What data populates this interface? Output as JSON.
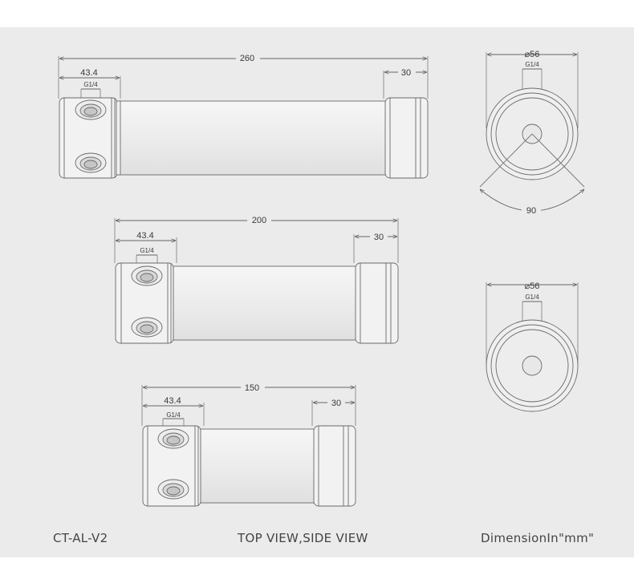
{
  "footer": {
    "model": "CT-AL-V2",
    "views": "TOP VIEW,SIDE VIEW",
    "units": "DimensionIn\"mm\""
  },
  "tube_260": {
    "length": "260",
    "port_offset": "43.4",
    "thread": "G1/4",
    "cap": "30"
  },
  "tube_200": {
    "length": "200",
    "port_offset": "43.4",
    "thread": "G1/4",
    "cap": "30"
  },
  "tube_150": {
    "length": "150",
    "port_offset": "43.4",
    "thread": "G1/4",
    "cap": "30"
  },
  "side_view_1": {
    "diameter": "⌀56",
    "thread": "G1/4",
    "angle": "90"
  },
  "side_view_2": {
    "diameter": "⌀56",
    "thread": "G1/4"
  }
}
